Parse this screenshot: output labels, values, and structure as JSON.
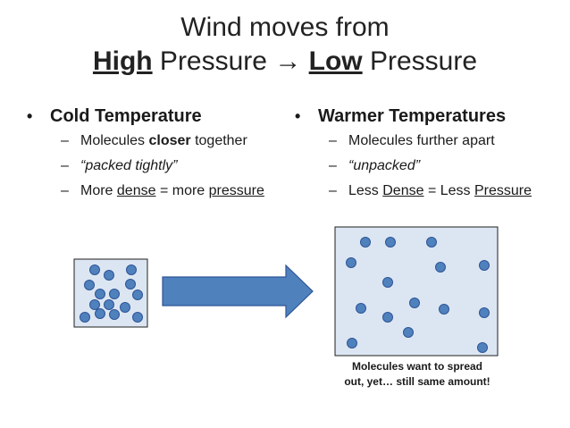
{
  "title": {
    "line1": "Wind moves from",
    "high": "High",
    "pressure1": " Pressure ",
    "arrow": "→",
    "low": "Low",
    "pressure2": " Pressure"
  },
  "left": {
    "bullet": "•",
    "heading": "Cold Temperature",
    "items": [
      {
        "dash": "–",
        "pre": "Molecules ",
        "bold": "closer",
        "post": " together"
      },
      {
        "dash": "–",
        "italic": "“packed tightly”"
      },
      {
        "dash": "–",
        "pre": "More ",
        "underline": "dense",
        "post": " = more ",
        "underline2": "pressure"
      }
    ]
  },
  "right": {
    "bullet": "•",
    "heading": "Warmer Temperatures",
    "items": [
      {
        "dash": "–",
        "text": "Molecules further apart"
      },
      {
        "dash": "–",
        "italic": "“unpacked”"
      },
      {
        "dash": "–",
        "pre": "Less ",
        "underline": "Dense",
        "mid": " = Less ",
        "underline2": "Pressure"
      }
    ]
  },
  "caption": {
    "line1": "Molecules want to spread",
    "line2": "out, yet… still same amount!"
  },
  "colors": {
    "box_fill": "#dce6f2",
    "box_stroke": "#1f1f1f",
    "molecule_fill": "#4f81bd",
    "molecule_stroke": "#2f5597",
    "arrow_fill": "#4f81bd",
    "arrow_stroke": "#2f5597"
  }
}
